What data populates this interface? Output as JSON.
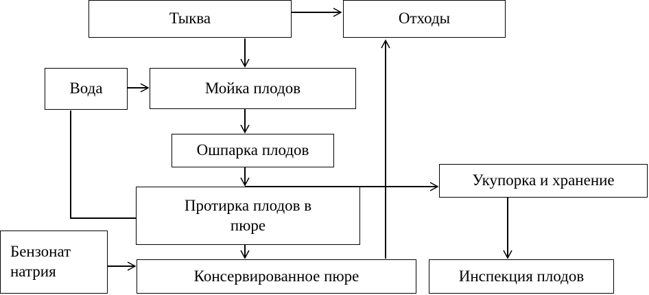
{
  "diagram": {
    "nodes": {
      "pumpkin": "Тыква",
      "waste": "Отходы",
      "water": "Вода",
      "washing": "Мойка плодов",
      "scalding": "Ошпарка плодов",
      "wiping_line1": "Протирка плодов в",
      "wiping_line2": "пюре",
      "sealing": "Укупорка и хранение",
      "benzoate_line1": "Бензонат",
      "benzoate_line2": "натрия",
      "canned": "Консервированное пюре",
      "inspection": "Инспекция плодов"
    }
  }
}
